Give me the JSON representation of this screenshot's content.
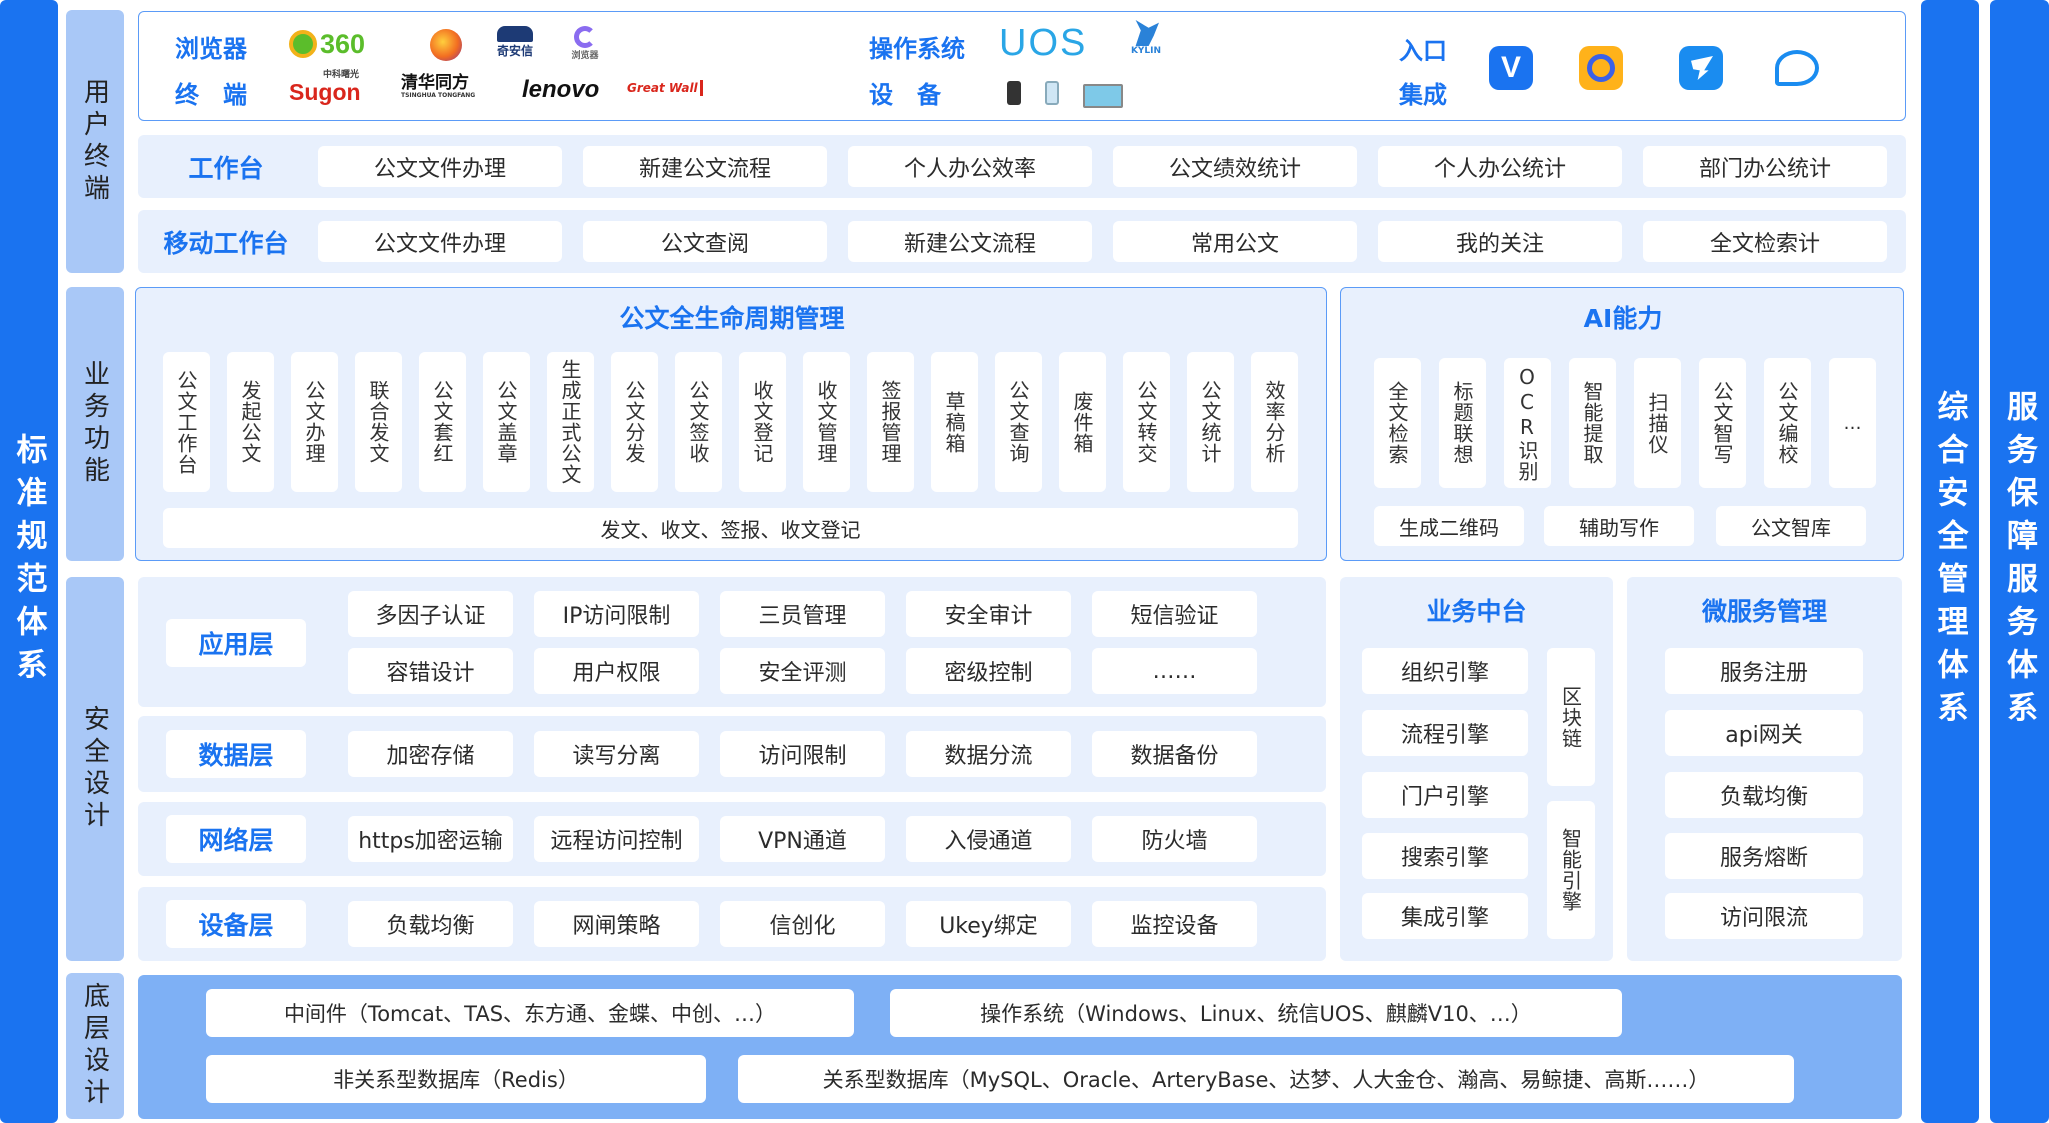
{
  "side": {
    "left": "标准规范体系",
    "right1": "综合安全管理体系",
    "right2": "服务保障服务体系"
  },
  "rows": {
    "terminal": "用户终端",
    "business": "业务功能",
    "security": "安全设计",
    "bottom": "底层设计"
  },
  "terminal": {
    "browser_label": "浏览器",
    "terminal_label": "终　端",
    "os_label": "操作系统",
    "device_label": "设　备",
    "entry_label": "入口",
    "integration_label": "集成",
    "logos": {
      "l360": "360",
      "qax": "奇安信",
      "tbrowser": "浏览器",
      "sugon": "Sugon",
      "sugon_cn": "中科曙光",
      "tsinghua": "清华同方",
      "tsinghua_en": "TSINGHUA TONGFANG",
      "lenovo": "lenovo",
      "greatwall": "Great Wall",
      "uos": "UOS",
      "kylin": "KYLIN"
    }
  },
  "workbench": {
    "title": "工作台",
    "items": [
      "公文文件办理",
      "新建公文流程",
      "个人办公效率",
      "公文绩效统计",
      "个人办公统计",
      "部门办公统计"
    ]
  },
  "mobile": {
    "title": "移动工作台",
    "items": [
      "公文文件办理",
      "公文查阅",
      "新建公文流程",
      "常用公文",
      "我的关注",
      "全文检索计"
    ]
  },
  "lifecycle": {
    "title": "公文全生命周期管理",
    "items": [
      "公文工作台",
      "发起公文",
      "公文办理",
      "联合发文",
      "公文套红",
      "公文盖章",
      "生成正式公文",
      "公文分发",
      "公文签收",
      "收文登记",
      "收文管理",
      "签报管理",
      "草稿箱",
      "公文查询",
      "废件箱",
      "公文转交",
      "公文统计",
      "效率分析"
    ],
    "footer": "发文、收文、签报、收文登记"
  },
  "ai": {
    "title": "AI能力",
    "items": [
      "全文检索",
      "标题联想",
      "OCR识别",
      "智能提取",
      "扫描仪",
      "公文智写",
      "公文编校",
      "…"
    ],
    "bottom": [
      "生成二维码",
      "辅助写作",
      "公文智库"
    ]
  },
  "security": {
    "app": {
      "title": "应用层",
      "row1": [
        "多因子认证",
        "IP访问限制",
        "三员管理",
        "安全审计",
        "短信验证"
      ],
      "row2": [
        "容错设计",
        "用户权限",
        "安全评测",
        "密级控制",
        "……"
      ]
    },
    "data": {
      "title": "数据层",
      "items": [
        "加密存储",
        "读写分离",
        "访问限制",
        "数据分流",
        "数据备份"
      ]
    },
    "network": {
      "title": "网络层",
      "items": [
        "https加密运输",
        "远程访问控制",
        "VPN通道",
        "入侵通道",
        "防火墙"
      ]
    },
    "device": {
      "title": "设备层",
      "items": [
        "负载均衡",
        "网闸策略",
        "信创化",
        "Ukey绑定",
        "监控设备"
      ]
    }
  },
  "middle": {
    "title": "业务中台",
    "items": [
      "组织引擎",
      "流程引擎",
      "门户引擎",
      "搜索引擎",
      "集成引擎"
    ],
    "side": [
      "区块链",
      "智能引擎"
    ]
  },
  "micro": {
    "title": "微服务管理",
    "items": [
      "服务注册",
      "api网关",
      "负载均衡",
      "服务熔断",
      "访问限流"
    ]
  },
  "bottom": {
    "middleware": "中间件（Tomcat、TAS、东方通、金蝶、中创、…）",
    "os": "操作系统（Windows、Linux、统信UOS、麒麟V10、…）",
    "nosql": "非关系型数据库（Redis）",
    "rdb": "关系型数据库（MySQL、Oracle、ArteryBase、达梦、人大金仓、瀚高、易鲸捷、高斯……）"
  },
  "colors": {
    "primary": "#1a73f0",
    "label_bg": "#a9c8f7",
    "panel_bg": "#e8f0fd",
    "bottom_bg": "#7eb0f5"
  }
}
